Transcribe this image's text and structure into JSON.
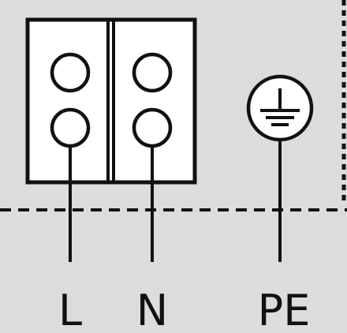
{
  "colors": {
    "background": "#dcdcdc",
    "stroke": "#111111",
    "block_fill": "#ffffff",
    "symbol_fill": "#ffffff"
  },
  "terminal_block": {
    "poles": [
      {
        "name": "L",
        "terminals": 2
      },
      {
        "name": "N",
        "terminals": 2
      }
    ]
  },
  "labels": {
    "live": "L",
    "neutral": "N",
    "protective_earth": "PE"
  },
  "earth_symbol": {
    "icon": "protective-earth-icon"
  },
  "boundary": {
    "style": "dashed"
  }
}
